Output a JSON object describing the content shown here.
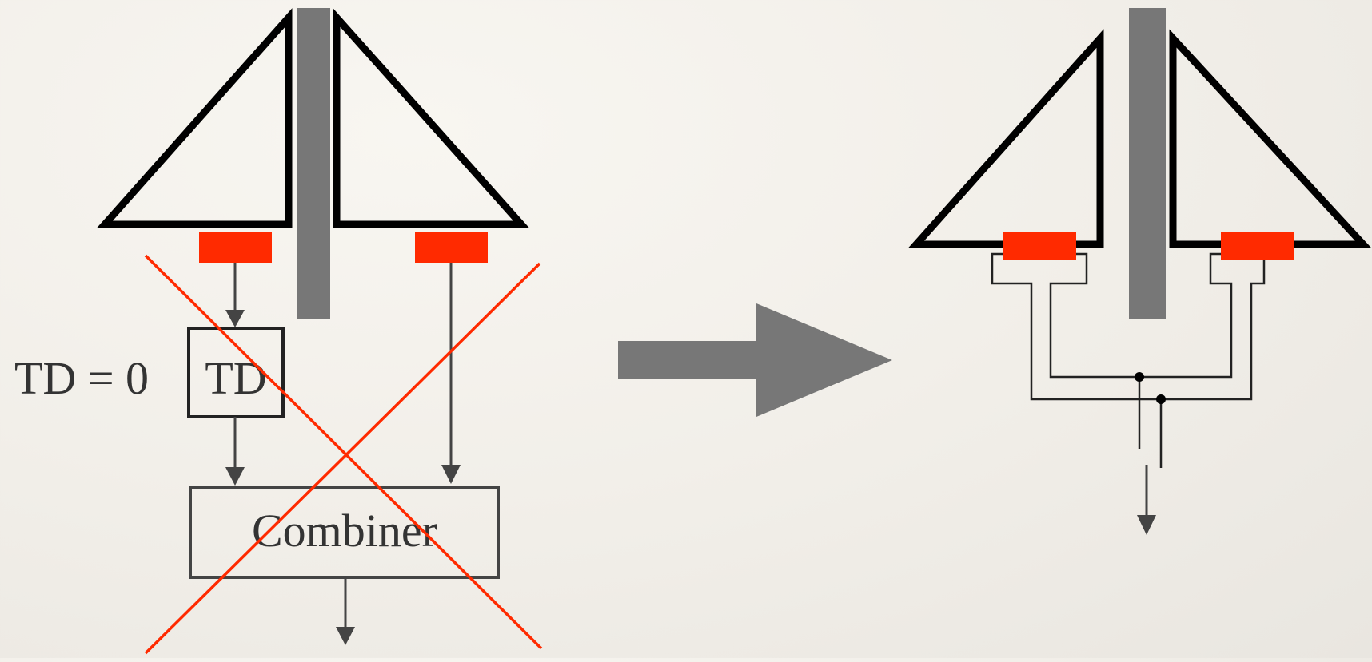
{
  "colors": {
    "background": "#f4f2ed",
    "outline": "#000000",
    "mast": "#777777",
    "antenna_element": "#ff2a00",
    "line": "#444444",
    "box_stroke": "#333333",
    "text": "#333333",
    "cross": "#ff2a00",
    "big_arrow": "#777777"
  },
  "left_diagram": {
    "td_equation": "TD = 0",
    "td_box_label": "TD",
    "combiner_label": "Combiner",
    "crossed_out": true
  },
  "right_diagram": {
    "crossed_out": false
  },
  "transition_arrow_icon": "right-arrow-icon"
}
